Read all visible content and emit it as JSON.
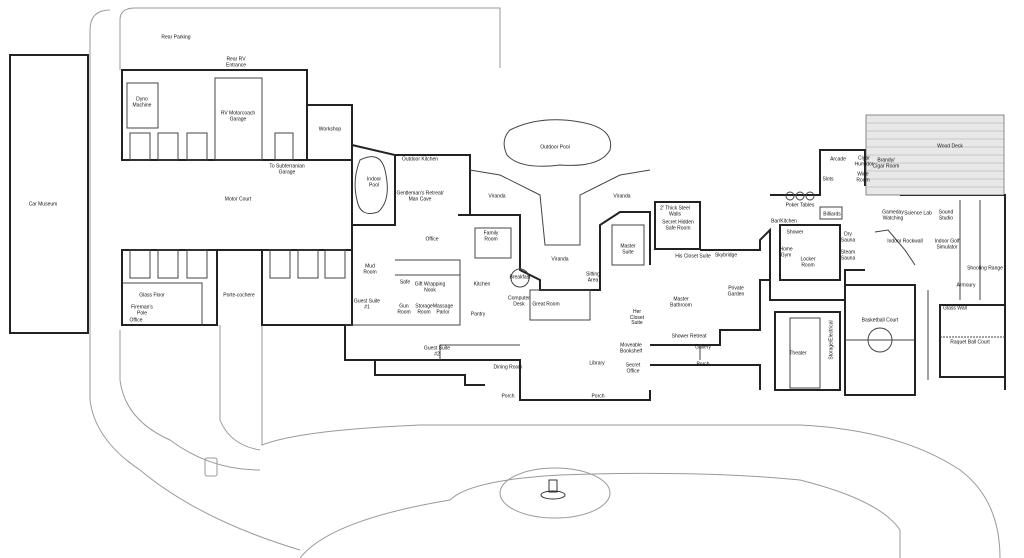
{
  "title": "Mansion Floor Plan",
  "labels": {
    "rear_parking": "Rear Parking",
    "rear_rv_entrance": "Rear RV\nEntrance",
    "dyno": "Dyno\nMachine",
    "rv_garage": "RV Motorcoach\nGarage",
    "workshop": "Workshop",
    "subterranean": "To Subterranian\nGarage",
    "car_museum": "Car Museum",
    "motor_court": "Motor Court",
    "indoor_pool": "Indoor\nPool",
    "outdoor_kitchen": "Outdoor Kitchen",
    "man_cave": "Gentleman's Retreat/\nMan Cave",
    "outdoor_pool": "Outdoor Pool",
    "viranda_1": "Viranda",
    "viranda_2": "Viranda",
    "viranda_3": "Viranda",
    "office_main": "Office",
    "family_room": "Family\nRoom",
    "mud_room": "Mud\nRoom",
    "breakfast": "Breakfast",
    "kitchen": "Kitchen",
    "safe": "Safe",
    "gift_wrapping": "Gift Wrapping\nNook",
    "glass_floor": "Glass Floor",
    "firemans_pole": "Fireman's\nPole",
    "office_garage": "Office",
    "porte_cochere": "Porte-cochere",
    "guest_suite_1": "Guest Suite\n#1",
    "gun_room": "Gun\nRoom",
    "storage_room": "Storage\nRoom",
    "massage_parlor": "Massage\nParlor",
    "pantry": "Pantry",
    "computer_desk": "Computer\nDesk",
    "great_room": "Great Room",
    "sitting_area": "Sitting\nArea",
    "master_suite": "Master\nSuite",
    "steel_walls": "2' Thick Steel\nWalls",
    "safe_room": "Secret Hidden\nSafe Room",
    "his_closet": "His Closet Suite",
    "skybridge": "Skybridge",
    "master_bathroom": "Master\nBathroom",
    "her_closet": "Her\nCloset\nSuite",
    "shower_retreat": "Shower Retreat",
    "private_garden": "Private\nGarden",
    "home_gym": "Home\nGym",
    "shower": "Shower",
    "locker_room": "Locker\nRoom",
    "dry_sauna": "Dry\nSauna",
    "steam_sauna": "Steam\nSauna",
    "poker_tables": "Poker Tables",
    "bar_kitchen": "Bar/Kitchen",
    "billiards": "Billiards",
    "arcade": "Arcade",
    "slots": "Slots",
    "cigar_humidor": "Cigar\nHumidor",
    "brandy_cigar": "Brandy/\nCigar Room",
    "wine_room": "Wine\nRoom",
    "wood_deck": "Wood Deck",
    "gameday": "Gameday\nWatching",
    "science_lab": "Science Lab",
    "sound_studio": "Sound\nStudio",
    "rockwall": "Indoor Rockwall",
    "golf_sim": "Indoor Golf\nSimulator",
    "shooting_range": "Shooting Range",
    "armoury": "Armoury",
    "gallery": "Gallery",
    "porch_east": "Porch",
    "theater": "Theater",
    "storage_electrical": "Storage/Electrical",
    "basketball": "Basketball Court",
    "glass_wall": "Glass Wall",
    "racquetball": "Raquet Ball Court",
    "guest_suite_2": "Guest Suite\n#2",
    "dining_room": "Dining Room",
    "library": "Library",
    "moveable_bookshelf": "Moveable\nBookshelf",
    "secret_office": "Secret\nOffice",
    "porch_w": "Porch",
    "porch_e": "Porch"
  }
}
